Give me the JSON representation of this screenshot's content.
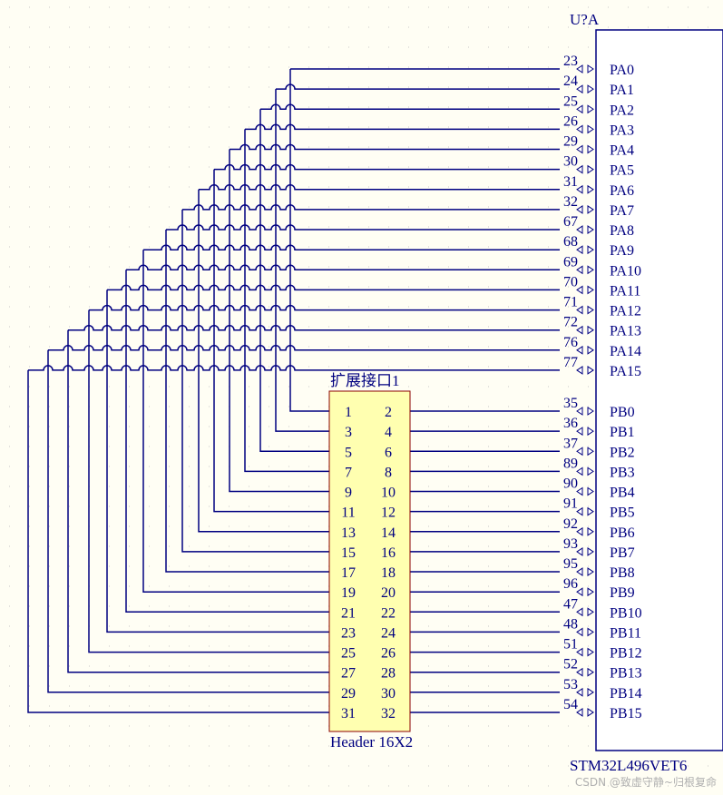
{
  "chip": {
    "designator": "U?A",
    "part": "STM32L496VET6",
    "pins_a": [
      {
        "name": "PA0",
        "num": "23"
      },
      {
        "name": "PA1",
        "num": "24"
      },
      {
        "name": "PA2",
        "num": "25"
      },
      {
        "name": "PA3",
        "num": "26"
      },
      {
        "name": "PA4",
        "num": "29"
      },
      {
        "name": "PA5",
        "num": "30"
      },
      {
        "name": "PA6",
        "num": "31"
      },
      {
        "name": "PA7",
        "num": "32"
      },
      {
        "name": "PA8",
        "num": "67"
      },
      {
        "name": "PA9",
        "num": "68"
      },
      {
        "name": "PA10",
        "num": "69"
      },
      {
        "name": "PA11",
        "num": "70"
      },
      {
        "name": "PA12",
        "num": "71"
      },
      {
        "name": "PA13",
        "num": "72"
      },
      {
        "name": "PA14",
        "num": "76"
      },
      {
        "name": "PA15",
        "num": "77"
      }
    ],
    "pins_b": [
      {
        "name": "PB0",
        "num": "35"
      },
      {
        "name": "PB1",
        "num": "36"
      },
      {
        "name": "PB2",
        "num": "37"
      },
      {
        "name": "PB3",
        "num": "89"
      },
      {
        "name": "PB4",
        "num": "90"
      },
      {
        "name": "PB5",
        "num": "91"
      },
      {
        "name": "PB6",
        "num": "92"
      },
      {
        "name": "PB7",
        "num": "93"
      },
      {
        "name": "PB8",
        "num": "95"
      },
      {
        "name": "PB9",
        "num": "96"
      },
      {
        "name": "PB10",
        "num": "47"
      },
      {
        "name": "PB11",
        "num": "48"
      },
      {
        "name": "PB12",
        "num": "51"
      },
      {
        "name": "PB13",
        "num": "52"
      },
      {
        "name": "PB14",
        "num": "53"
      },
      {
        "name": "PB15",
        "num": "54"
      }
    ]
  },
  "header": {
    "designator": "扩展接口1",
    "part": "Header 16X2",
    "rows": [
      {
        "odd": "1",
        "even": "2"
      },
      {
        "odd": "3",
        "even": "4"
      },
      {
        "odd": "5",
        "even": "6"
      },
      {
        "odd": "7",
        "even": "8"
      },
      {
        "odd": "9",
        "even": "10"
      },
      {
        "odd": "11",
        "even": "12"
      },
      {
        "odd": "13",
        "even": "14"
      },
      {
        "odd": "15",
        "even": "16"
      },
      {
        "odd": "17",
        "even": "18"
      },
      {
        "odd": "19",
        "even": "20"
      },
      {
        "odd": "21",
        "even": "22"
      },
      {
        "odd": "23",
        "even": "24"
      },
      {
        "odd": "25",
        "even": "26"
      },
      {
        "odd": "27",
        "even": "28"
      },
      {
        "odd": "29",
        "even": "30"
      },
      {
        "odd": "31",
        "even": "32"
      }
    ]
  },
  "watermark": "CSDN @致虚守静~归根复命",
  "colors": {
    "wire": "#000080",
    "text": "#000080",
    "chip_body": "#ffffff",
    "header_body": "#ffffb0",
    "header_border": "#8b0000",
    "background": "#fffef4",
    "grid_dot": "#c8c8c8"
  }
}
